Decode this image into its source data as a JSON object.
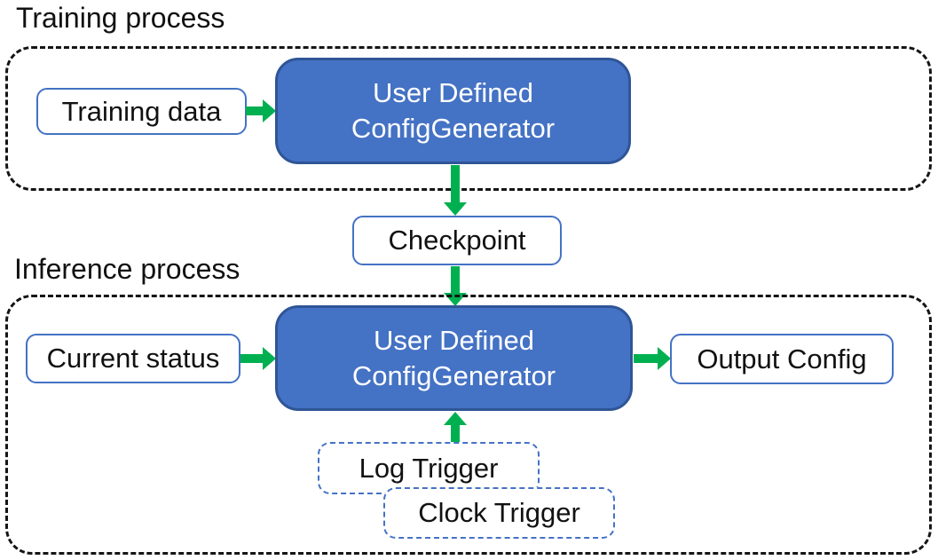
{
  "colors": {
    "accent_blue": "#4472C4",
    "accent_blue_dark": "#2F5597",
    "arrow_green": "#00B050",
    "container_dash": "#151515"
  },
  "training": {
    "section_label": "Training process",
    "training_data_label": "Training data",
    "generator_line1": "User Defined",
    "generator_line2": "ConfigGenerator"
  },
  "checkpoint": {
    "label": "Checkpoint"
  },
  "inference": {
    "section_label": "Inference process",
    "current_status_label": "Current status",
    "generator_line1": "User Defined",
    "generator_line2": "ConfigGenerator",
    "output_config_label": "Output Config",
    "log_trigger_label": "Log Trigger",
    "clock_trigger_label": "Clock Trigger"
  }
}
